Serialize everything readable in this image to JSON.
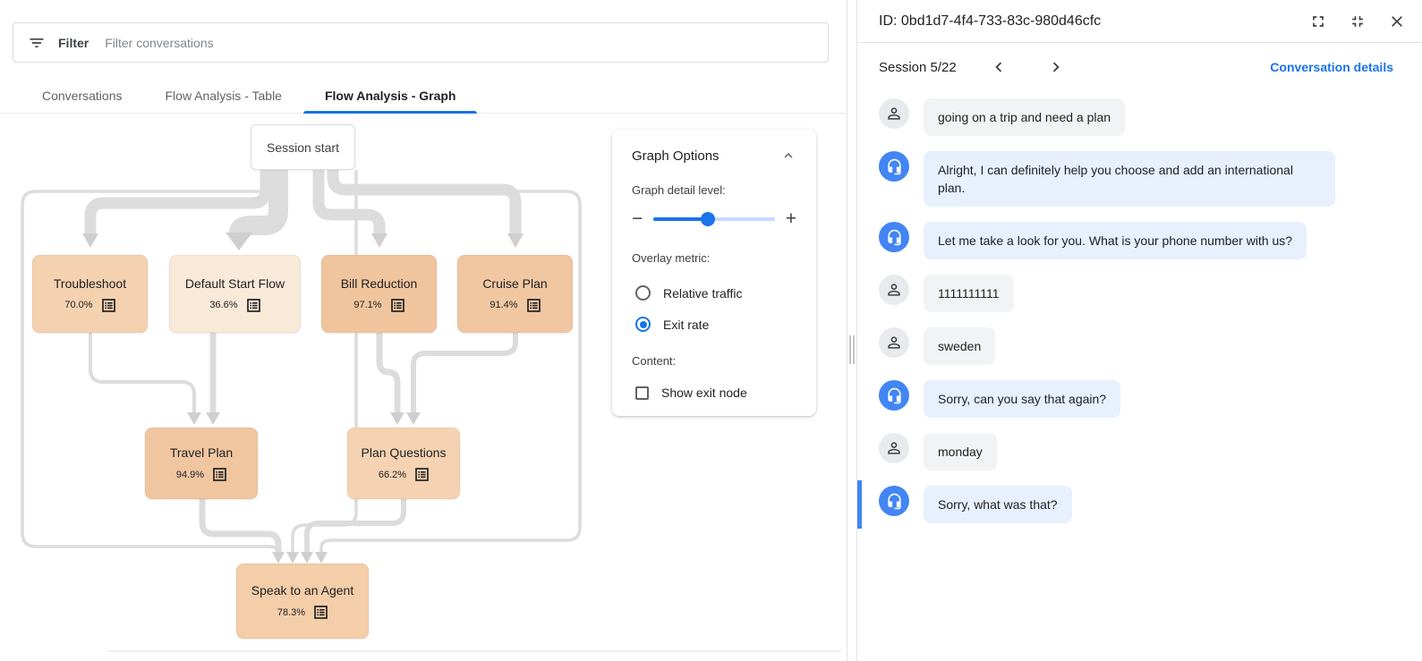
{
  "left_panel": {
    "filter": {
      "label": "Filter",
      "placeholder": "Filter conversations"
    },
    "tabs": [
      {
        "label": "Conversations",
        "active": false
      },
      {
        "label": "Flow Analysis - Table",
        "active": false
      },
      {
        "label": "Flow Analysis - Graph",
        "active": true
      }
    ],
    "graph": {
      "start_node_label": "Session start",
      "nodes": [
        {
          "label": "Troubleshoot",
          "exit_rate": "70.0%",
          "color": "#f4d1af"
        },
        {
          "label": "Default Start Flow",
          "exit_rate": "36.6%",
          "color": "#f9e9d8"
        },
        {
          "label": "Bill Reduction",
          "exit_rate": "97.1%",
          "color": "#f0c59e"
        },
        {
          "label": "Cruise Plan",
          "exit_rate": "91.4%",
          "color": "#f0c7a1"
        },
        {
          "label": "Travel Plan",
          "exit_rate": "94.9%",
          "color": "#f0c6a0"
        },
        {
          "label": "Plan Questions",
          "exit_rate": "66.2%",
          "color": "#f5d3b2"
        },
        {
          "label": "Speak to an Agent",
          "exit_rate": "78.3%",
          "color": "#f4cda9"
        }
      ]
    },
    "graph_options": {
      "title": "Graph Options",
      "detail_label": "Graph detail level:",
      "minus": "−",
      "plus": "+",
      "slider_value_pct": 45,
      "overlay_label": "Overlay metric:",
      "radios": [
        {
          "label": "Relative traffic",
          "selected": false
        },
        {
          "label": "Exit rate",
          "selected": true
        }
      ],
      "content_label": "Content:",
      "checkbox_label": "Show exit node",
      "checkbox_checked": false
    }
  },
  "right_panel": {
    "header": {
      "id_text": "ID: 0bd1d7-4f4-733-83c-980d46cfc"
    },
    "session": {
      "label": "Session 5/22",
      "details_link": "Conversation details"
    },
    "messages": [
      {
        "role": "user",
        "text": "going on a trip and need a plan",
        "highlighted": false
      },
      {
        "role": "agent",
        "text": "Alright, I can definitely help you choose and add an international plan.",
        "highlighted": false
      },
      {
        "role": "agent",
        "text": "Let me take a look for you. What is your phone number with us?",
        "highlighted": false
      },
      {
        "role": "user",
        "text": "1111111111",
        "highlighted": false
      },
      {
        "role": "user",
        "text": "sweden",
        "highlighted": false
      },
      {
        "role": "agent",
        "text": "Sorry, can you say that again?",
        "highlighted": false
      },
      {
        "role": "user",
        "text": "monday",
        "highlighted": false
      },
      {
        "role": "agent",
        "text": "Sorry, what was that?",
        "highlighted": true
      }
    ]
  },
  "colors": {
    "accent": "#1a73e8",
    "agent_avatar": "#4285f4",
    "agent_bubble": "#e8f0fe",
    "user_bubble": "#f1f3f4",
    "edge": "#dcdcdc"
  }
}
